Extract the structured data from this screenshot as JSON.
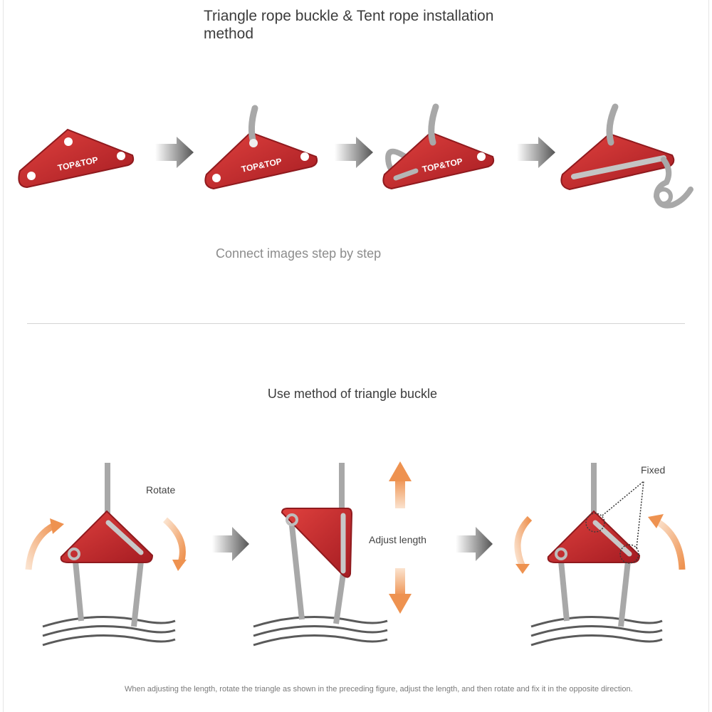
{
  "header": {
    "title": "Triangle rope buckle & Tent rope installation method"
  },
  "steps": {
    "caption": "Connect images step by step",
    "brand_mark": "TOP&TOP"
  },
  "usage": {
    "title": "Use method of triangle buckle",
    "rotate_label": "Rotate",
    "adjust_label": "Adjust length",
    "fixed_label": "Fixed"
  },
  "footnote": "When adjusting the length, rotate the triangle as shown in the preceding figure, adjust the length, and then rotate and fix it in the opposite direction.",
  "colors": {
    "buckle_red": "#c8282c",
    "arrow_gray": "#6e6e6e",
    "arrow_orange": "#f0a060"
  },
  "icons": [
    "triangle-buckle-icon",
    "step-arrow-icon",
    "rotate-arrow-icon",
    "adjust-arrow-icon",
    "rope-icon",
    "ground-icon"
  ]
}
